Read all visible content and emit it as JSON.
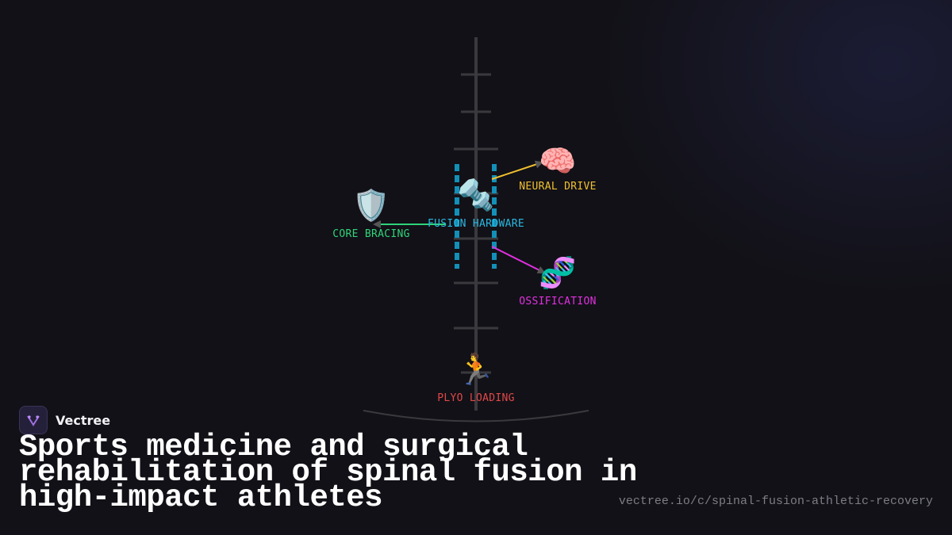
{
  "brand": {
    "name": "Vectree"
  },
  "headline": "Sports medicine and surgical rehabilitation of spinal fusion in high-impact athletes",
  "url": "vectree.io/c/spinal-fusion-athletic-recovery",
  "nodes": {
    "neural": {
      "icon": "brain-icon",
      "emoji": "🧠",
      "label": "NEURAL DRIVE",
      "color": "#f0c030"
    },
    "fusion": {
      "icon": "screw-bolt-icon",
      "emoji": "🔩",
      "label": "FUSION HARDWARE",
      "color": "#2ab8e0"
    },
    "core": {
      "icon": "shield-icon",
      "emoji": "🛡️",
      "label": "CORE BRACING",
      "color": "#2ed47a"
    },
    "ossification": {
      "icon": "dna-icon",
      "emoji": "🧬",
      "label": "OSSIFICATION",
      "color": "#e030e0"
    },
    "plyo": {
      "icon": "runner-icon",
      "emoji": "🏃",
      "label": "PLYO LOADING",
      "color": "#e04848"
    }
  },
  "colors": {
    "spine": "#3a3a3e",
    "rod": "#1390b8",
    "background": "#121117"
  }
}
